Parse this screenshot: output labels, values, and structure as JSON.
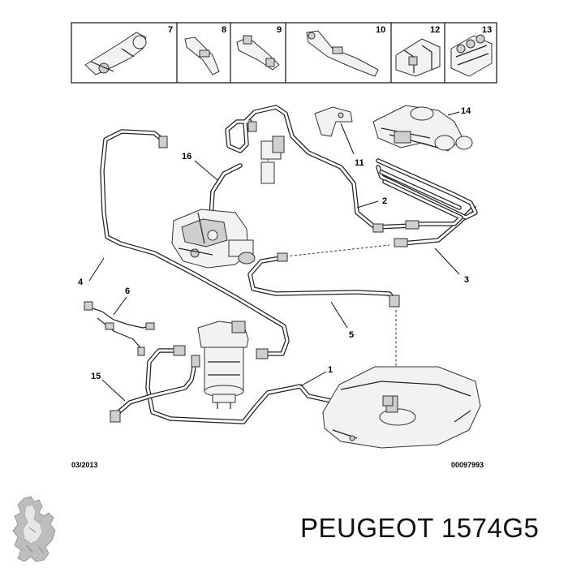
{
  "top_panel_labels": [
    "7",
    "8",
    "9",
    "10",
    "12",
    "13"
  ],
  "callouts": {
    "c14": "14",
    "c11": "11",
    "c16": "16",
    "c2": "2",
    "c3": "3",
    "c4": "4",
    "c6": "6",
    "c5": "5",
    "c1": "1",
    "c15": "15"
  },
  "footer": {
    "date": "03/2013",
    "ref": "00097993"
  },
  "brand": {
    "text": "PEUGEOT 1574G5"
  },
  "icons": {
    "logo": "peugeot-lion-logo"
  }
}
